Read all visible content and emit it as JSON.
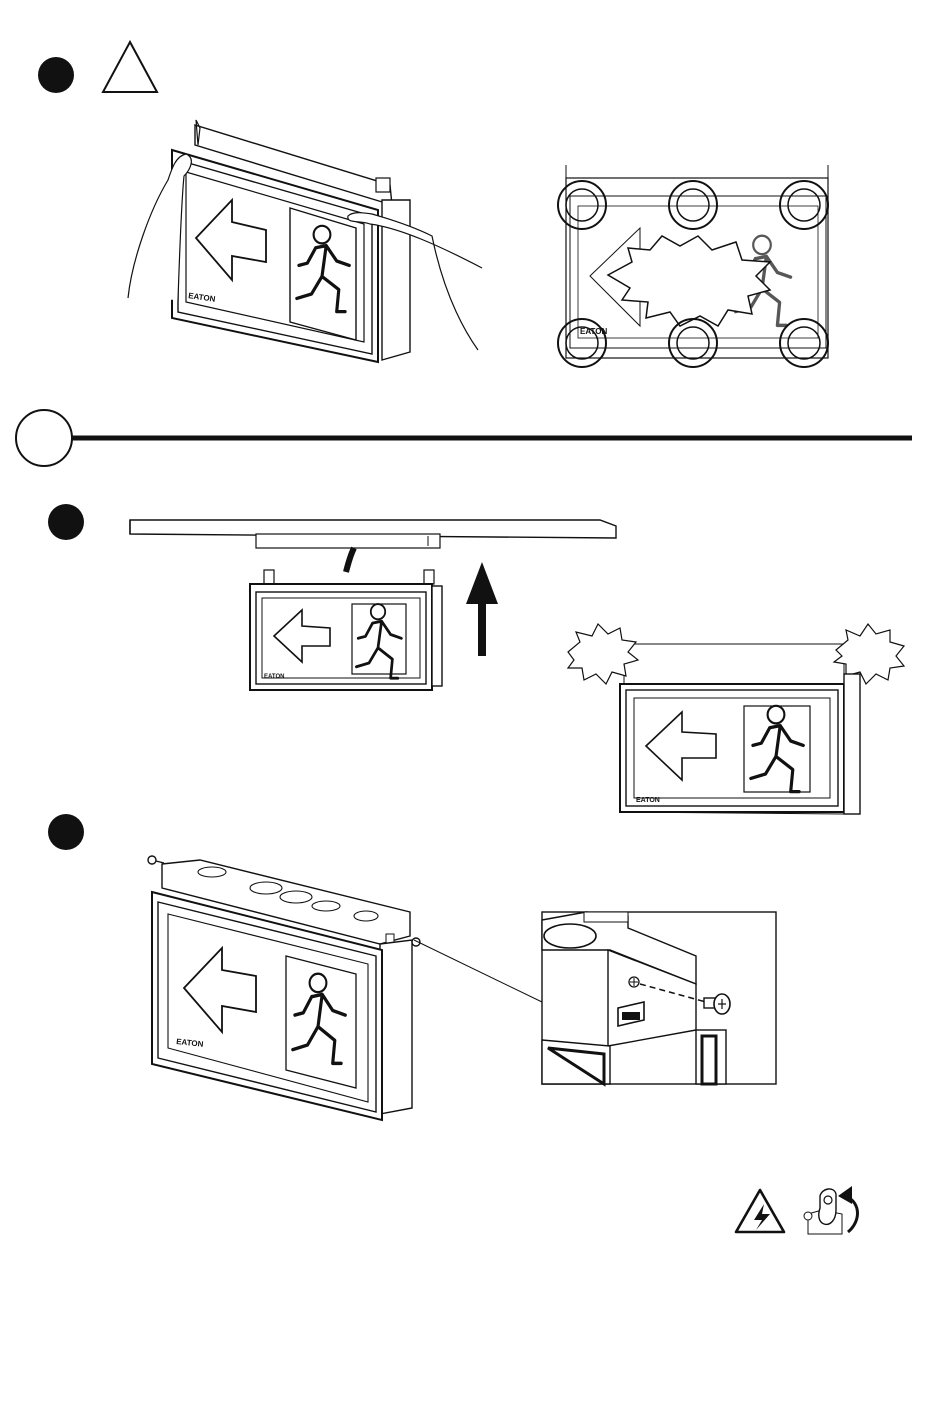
{
  "colors": {
    "ink": "#111111",
    "paper": "#ffffff",
    "bracket": "#ececec"
  },
  "brand": {
    "text": "EATON"
  },
  "steps": [
    {
      "marker": "filled-dot",
      "icon": "warning-triangle-icon",
      "panels": [
        "hands-remove-cover",
        "mounting-points"
      ]
    },
    {
      "marker": "open-circle",
      "divider": true
    },
    {
      "marker": "filled-dot",
      "panels": [
        "lift-to-ceiling",
        "ceiling-contact"
      ]
    },
    {
      "marker": "filled-dot",
      "panels": [
        "side-screws",
        "screw-detail"
      ]
    }
  ],
  "footer_icons": [
    "electrical-hazard-icon",
    "breaker-switch-icon",
    "rotate-arrow-icon"
  ]
}
